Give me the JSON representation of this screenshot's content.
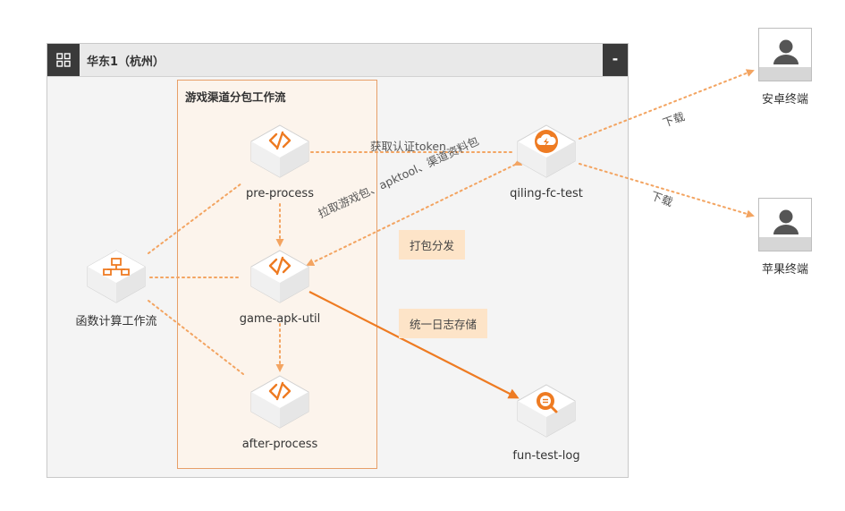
{
  "region": {
    "title": "华东1（杭州）",
    "grid_icon": "grid-icon",
    "collapse_label": "-"
  },
  "flow_group": {
    "title": "游戏渠道分包工作流"
  },
  "nodes": {
    "fc_workflow": {
      "label": "函数计算工作流",
      "icon": "workflow-icon"
    },
    "pre_process": {
      "label": "pre-process",
      "icon": "function-icon"
    },
    "game_apk_util": {
      "label": "game-apk-util",
      "icon": "function-icon"
    },
    "after_process": {
      "label": "after-process",
      "icon": "function-icon"
    },
    "qiling_fc_test": {
      "label": "qiling-fc-test",
      "icon": "cloud-service-icon"
    },
    "fun_test_log": {
      "label": "fun-test-log",
      "icon": "log-search-icon"
    }
  },
  "terminals": {
    "android": {
      "label": "安卓终端",
      "icon": "user-icon"
    },
    "apple": {
      "label": "苹果终端",
      "icon": "user-icon"
    }
  },
  "edge_labels": {
    "get_token": "获取认证token",
    "pull_packages": "拉取游戏包、apktool、渠道资料包",
    "download_android": "下载",
    "download_apple": "下载"
  },
  "tags": {
    "package_dispatch": "打包分发",
    "unified_log": "统一日志存储"
  },
  "colors": {
    "accent": "#ee7b22",
    "dotted": "#f3a461",
    "group_border": "#e79f68",
    "group_fill": "#fcf4ec",
    "tag_fill": "#fde4c8"
  }
}
